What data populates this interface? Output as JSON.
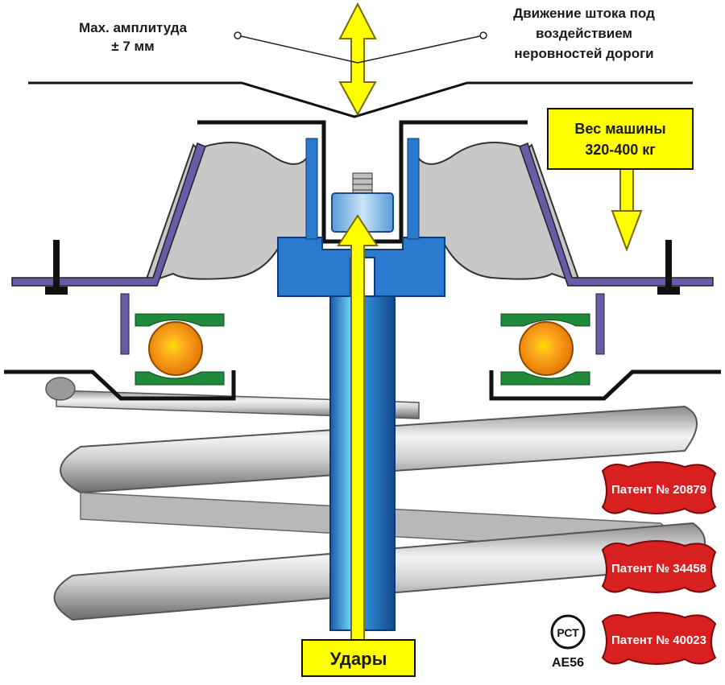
{
  "labels": {
    "max_amplitude_line1": "Max. амплитуда",
    "max_amplitude_line2": "± 7 мм",
    "rod_movement_line1": "Движение штока под",
    "rod_movement_line2": "воздействием",
    "rod_movement_line3": "неровностей дороги",
    "weight_line1": "Вес машины",
    "weight_line2": "320-400 кг",
    "impacts": "Удары"
  },
  "patents": [
    "Патент № 20879",
    "Патент № 34458",
    "Патент № 40023"
  ],
  "certification": {
    "mark": "РСТ",
    "code": "AE56"
  },
  "colors": {
    "highlight_yellow": "#ffff00",
    "arrow_outline": "#7a6a00",
    "rubber_gray": "#c8c8c8",
    "mount_purple": "#6a5aa8",
    "rod_blue": "#2a8ad8",
    "bearing_green": "#1e8a3a",
    "ball_orange": "#f08a10",
    "patent_red": "#d82020",
    "spring_gray": "#c0c0c0"
  }
}
